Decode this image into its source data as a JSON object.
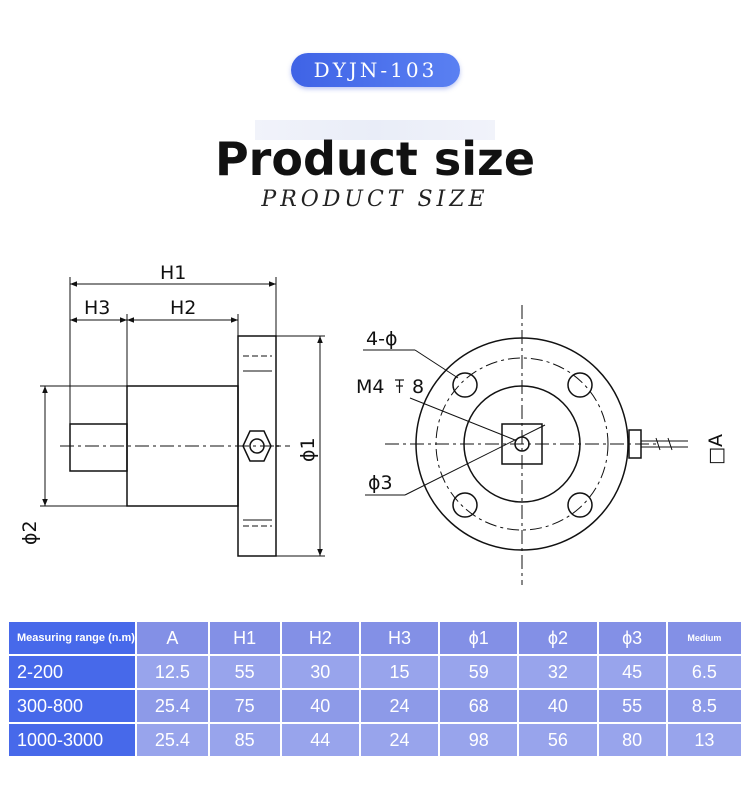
{
  "badge": "DYJN-103",
  "title": "Product size",
  "subtitle": "PRODUCT SIZE",
  "drawing": {
    "label_h1": "H1",
    "label_h2": "H2",
    "label_h3": "H3",
    "label_phi1": "ϕ1",
    "label_phi2": "ϕ2",
    "label_holes": "4-ϕ",
    "label_m4": "M4",
    "label_depth": "8",
    "label_phi3": "ϕ3",
    "label_a": "□A"
  },
  "table": {
    "headers": [
      "Measuring range (n.m)",
      "A",
      "H1",
      "H2",
      "H3",
      "ϕ1",
      "ϕ2",
      "ϕ3",
      "Medium"
    ],
    "rows": [
      [
        "2-200",
        "12.5",
        "55",
        "30",
        "15",
        "59",
        "32",
        "45",
        "6.5"
      ],
      [
        "300-800",
        "25.4",
        "75",
        "40",
        "24",
        "68",
        "40",
        "55",
        "8.5"
      ],
      [
        "1000-3000",
        "25.4",
        "85",
        "44",
        "24",
        "98",
        "56",
        "80",
        "13"
      ]
    ]
  }
}
